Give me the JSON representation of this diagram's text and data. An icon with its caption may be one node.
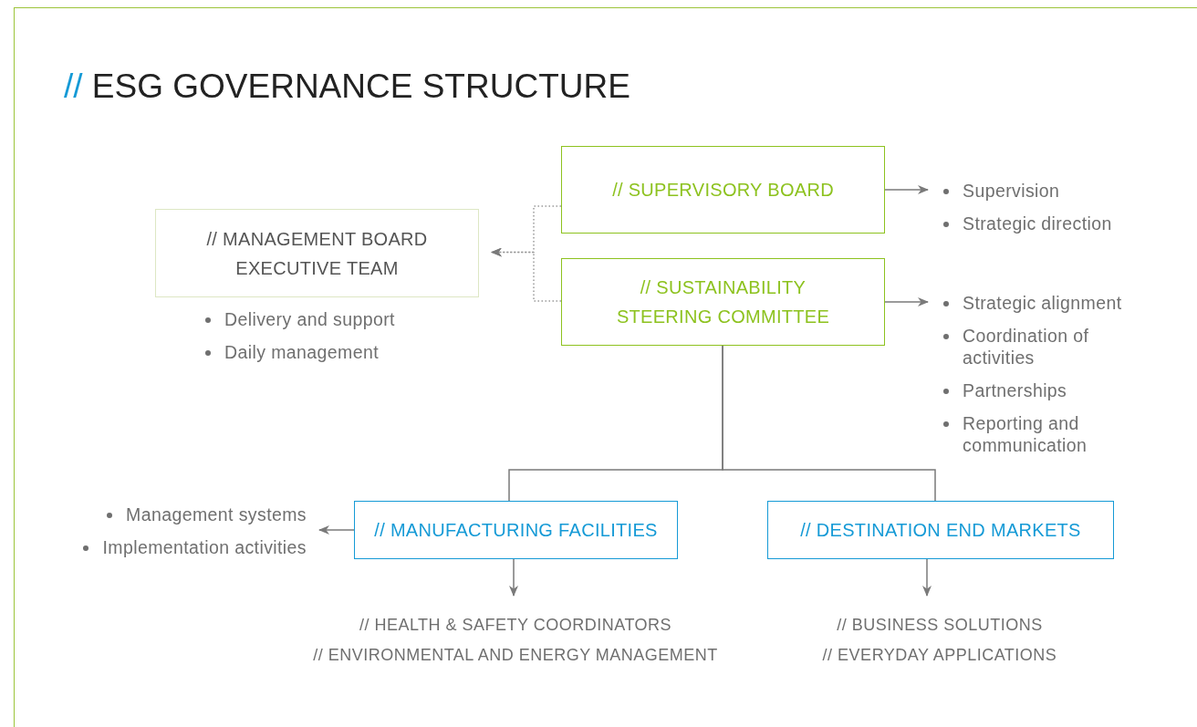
{
  "diagram": {
    "title": "*//* ESG GOVERNANCE STRUCTURE",
    "nodes": [
      {
        "text": [
          "// SUPERVISORY BOARD"
        ]
      },
      {
        "text": [
          "// MANAGEMENT BOARD EXECUTIVE TEAM"
        ]
      },
      {
        "text": [
          "// SUSTAINABILITY STEERING COMMITTEE"
        ]
      },
      {
        "text": [
          "// MANUFACTURING FACILITIES"
        ]
      },
      {
        "text": [
          "// DESTINATION END MARKETS"
        ]
      },
      {
        "text": [
          "Supervision",
          "Strategic direction"
        ]
      },
      {
        "text": [
          "Strategic alignment",
          "Coordination of activities",
          "Partnerships",
          "Reporting and communication"
        ]
      },
      {
        "text": [
          "Management systems",
          "Implementation activities"
        ]
      },
      {
        "text": [
          "// HEALTH & SAFETY COORDINATORS",
          "// ENVIRONMENTAL AND ENERGY MANAGEMENT"
        ]
      },
      {
        "text": [
          "// BUSINESS SOLUTIONS",
          "// EVERYDAY APPLICATIONS"
        ]
      },
      {
        "text": [
          "Delivery and support",
          "Daily management"
        ]
      }
    ],
    "edges": [
      {
        "from": 0,
        "to": 1,
        "arrow": "to",
        "style": "dashed"
      },
      {
        "from": 2,
        "to": 1,
        "arrow": "to",
        "style": "dashed"
      },
      {
        "from": 0,
        "to": 5,
        "arrow": "to"
      },
      {
        "from": 2,
        "to": 6,
        "arrow": "to"
      },
      {
        "from": 2,
        "to": 3,
        "arrow": "none"
      },
      {
        "from": 2,
        "to": 4,
        "arrow": "none"
      },
      {
        "from": 3,
        "to": 7,
        "arrow": "to"
      },
      {
        "from": 3,
        "to": 8,
        "arrow": "to"
      },
      {
        "from": 4,
        "to": 9,
        "arrow": "to"
      }
    ]
  }
}
